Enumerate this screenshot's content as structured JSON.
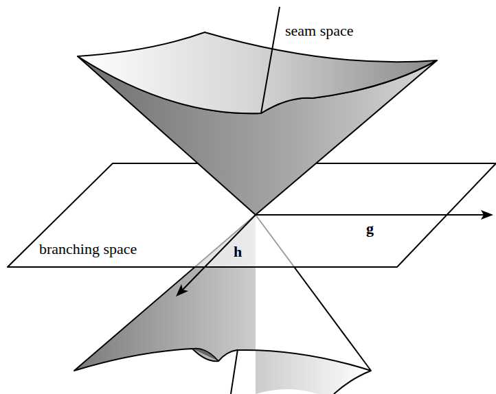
{
  "diagram": {
    "nodes": [
      {
        "text": [
          "branching space"
        ]
      }
    ],
    "labels": [
      "seam space",
      "h",
      "g"
    ]
  }
}
